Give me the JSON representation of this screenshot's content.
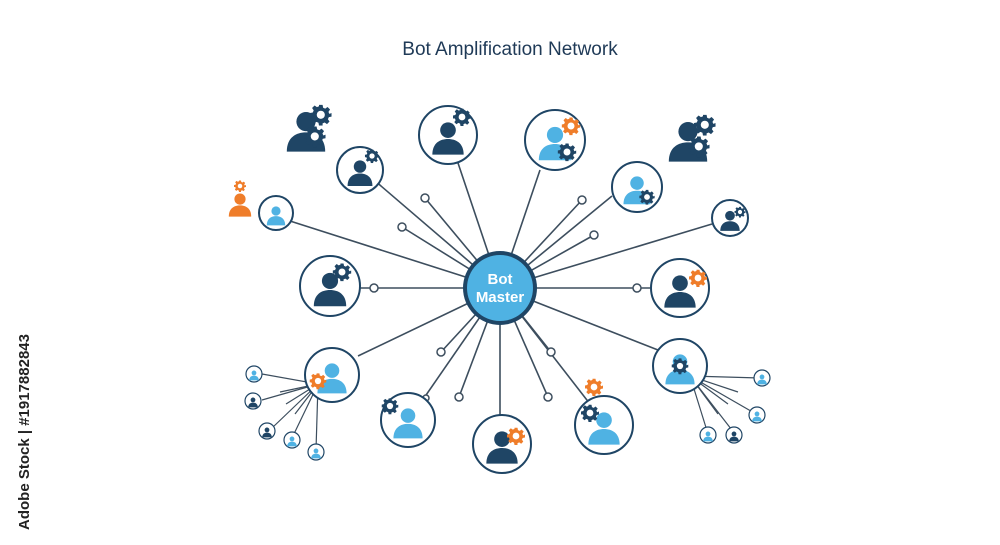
{
  "title": "Bot Amplification Network",
  "hub": {
    "line1": "Bot",
    "line2": "Master"
  },
  "watermark": "Adobe Stock | #1917882843",
  "colors": {
    "navy": "#1f4565",
    "light_blue": "#4fb2e3",
    "orange": "#ef7d2a",
    "line": "#3d4e5e",
    "hub_fill": "#4fb2e3",
    "hub_ring": "#1f4565"
  },
  "nodes": [
    {
      "name": "bot-node-top-left",
      "icon": "bot-user-icon",
      "person": "navy",
      "gear": "navy"
    },
    {
      "name": "bot-node-top-center-left",
      "icon": "bot-user-icon",
      "person": "navy",
      "gear": "navy"
    },
    {
      "name": "bot-node-top-center-right",
      "icon": "bot-user-icon",
      "person": "light-blue",
      "gear": "navy+orange"
    },
    {
      "name": "bot-node-upper-right",
      "icon": "bot-user-icon",
      "person": "light-blue",
      "gear": "navy"
    },
    {
      "name": "bot-node-far-upper-right",
      "icon": "bot-user-icon",
      "person": "navy",
      "gear": "navy"
    },
    {
      "name": "user-node-upper-left",
      "icon": "user-icon",
      "person": "light-blue"
    },
    {
      "name": "bot-node-middle-left",
      "icon": "bot-user-icon",
      "person": "navy",
      "gear": "navy"
    },
    {
      "name": "bot-node-middle-right",
      "icon": "bot-user-icon",
      "person": "navy",
      "gear": "orange"
    },
    {
      "name": "bot-node-lower-left",
      "icon": "bot-user-icon",
      "person": "light-blue",
      "gear": "orange"
    },
    {
      "name": "bot-node-bottom-left",
      "icon": "bot-user-icon",
      "person": "light-blue",
      "gear": "navy"
    },
    {
      "name": "bot-node-bottom-center",
      "icon": "bot-user-icon",
      "person": "navy",
      "gear": "orange"
    },
    {
      "name": "bot-node-bottom-right",
      "icon": "bot-user-icon",
      "person": "light-blue",
      "gear": "navy+orange"
    },
    {
      "name": "bot-node-lower-right",
      "icon": "bot-user-icon",
      "person": "light-blue",
      "gear": "navy"
    }
  ]
}
